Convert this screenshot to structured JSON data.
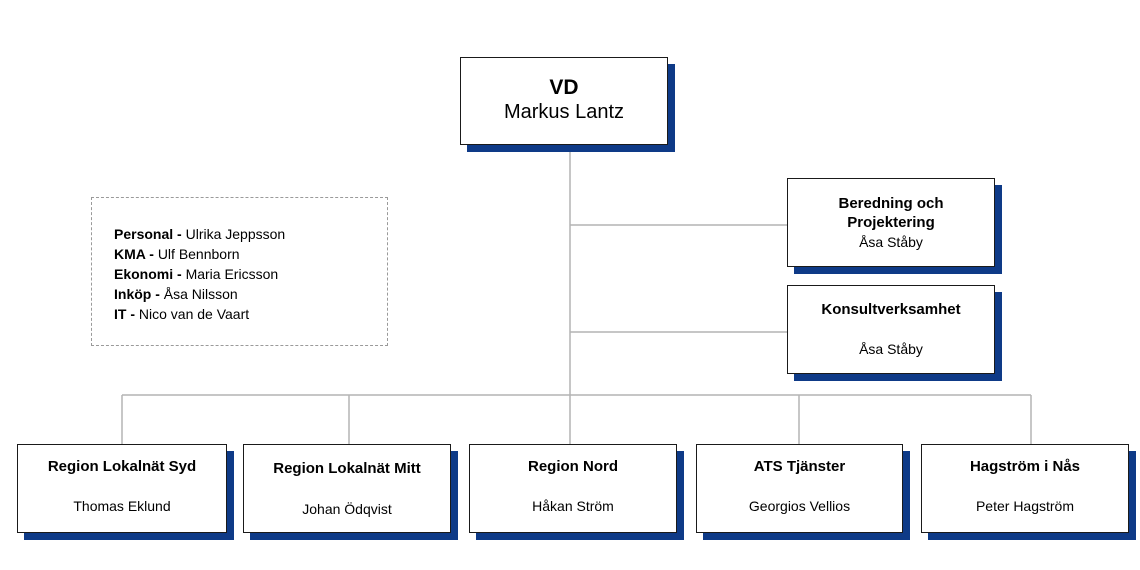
{
  "ceo": {
    "role": "VD",
    "name": "Markus Lantz"
  },
  "side_units": [
    {
      "role_lines": [
        "Beredning och",
        "Projektering"
      ],
      "name": "Åsa Ståby"
    },
    {
      "role_lines": [
        "Konsultverksamhet"
      ],
      "name": "Åsa Ståby"
    }
  ],
  "regions": [
    {
      "role": "Region Lokalnät Syd",
      "name": "Thomas Eklund"
    },
    {
      "role": "Region Lokalnät Mitt",
      "name": "Johan Ödqvist"
    },
    {
      "role": "Region Nord",
      "name": "Håkan Ström"
    },
    {
      "role": "ATS Tjänster",
      "name": "Georgios Vellios"
    },
    {
      "role": "Hagström i Nås",
      "name": "Peter Hagström"
    }
  ],
  "staff": [
    {
      "dept": "Personal -",
      "name": "Ulrika Jeppsson"
    },
    {
      "dept": "KMA -",
      "name": "Ulf Bennborn"
    },
    {
      "dept": "Ekonomi -",
      "name": "Maria Ericsson"
    },
    {
      "dept": "Inköp -",
      "name": "Åsa Nilsson"
    },
    {
      "dept": "IT -",
      "name": "Nico van de Vaart"
    }
  ],
  "colors": {
    "box_shadow": "#0e3a87",
    "connector": "#b4b4b4",
    "staff_border": "#9a9a9a"
  }
}
